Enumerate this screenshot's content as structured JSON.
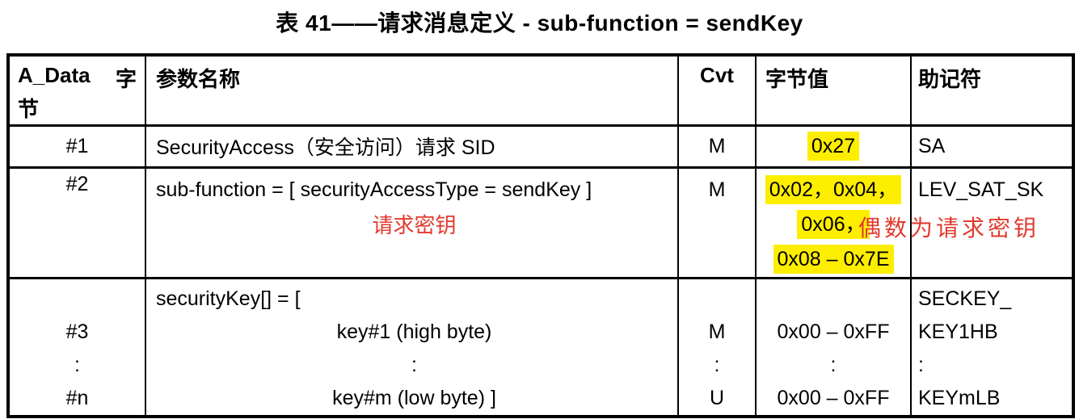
{
  "page": {
    "title": "表 41——请求消息定义 - sub-function = sendKey"
  },
  "colors": {
    "highlight": "#fdee00",
    "annotation": "#e13a2e"
  },
  "table": {
    "header": {
      "col1_latin": "A_Data",
      "col1_cjk_char1": "字",
      "col1_cjk_char2": "节",
      "col2": "参数名称",
      "col3": "Cvt",
      "col4": "字节值",
      "col5": "助记符"
    },
    "row1": {
      "byte": "#1",
      "param": "SecurityAccess（安全访问）请求 SID",
      "cvt": "M",
      "value": "0x27",
      "mnemonic": "SA"
    },
    "row2": {
      "byte": "#2",
      "param": "sub-function = [ securityAccessType = sendKey ]",
      "param_annotation": "请求密钥",
      "cvt": "M",
      "values": [
        "0x02，0x04，",
        "0x06，",
        "0x08 – 0x7E"
      ],
      "value_annotation": "偶数为请求密钥",
      "mnemonic": "LEV_SAT_SK"
    },
    "row3": {
      "bytes": [
        "#3",
        ":",
        "#n"
      ],
      "param_lines": [
        "securityKey[] = [",
        "key#1 (high byte)",
        ":",
        "key#m (low byte) ]"
      ],
      "cvt": [
        "M",
        ":",
        "U"
      ],
      "values": [
        "0x00 – 0xFF",
        ":",
        "0x00 – 0xFF"
      ],
      "mnemonic": [
        "SECKEY_",
        "KEY1HB",
        ":",
        "KEYmLB"
      ]
    }
  }
}
